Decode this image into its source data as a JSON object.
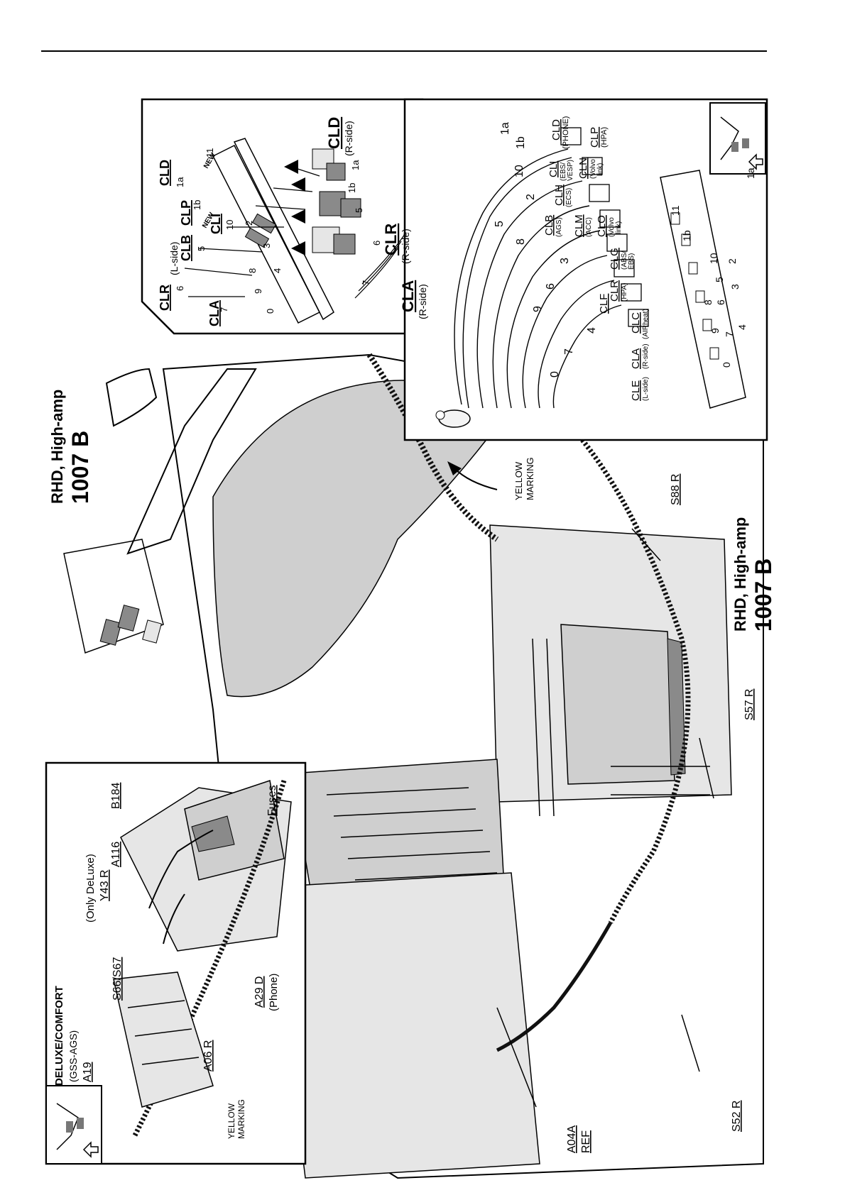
{
  "page": {
    "accent_color": "#000000",
    "shade_colors": {
      "light": "#e6e6e6",
      "mid": "#cfcfcf",
      "dark": "#8a8a8a"
    }
  },
  "main": {
    "title_line1": "RHD, High-amp",
    "title_line2": "1007 B",
    "yellow_marking": "YELLOW\nMARKING",
    "refs": [
      "A04A",
      "REF",
      "S52 R",
      "S57 R",
      "S88 R"
    ]
  },
  "panel_deluxe": {
    "heading": "DELUXE/COMFORT",
    "labels": {
      "gss": "(GSS-AGS)",
      "a19": "A19",
      "a06r": "A06 R",
      "yellow_marking": "YELLOW\nMARKING",
      "s66": "S66/S67",
      "only_deluxe": "(Only DeLuxe)",
      "y43r": "Y43 R",
      "a29d": "A29 D",
      "phone": "(Phone)",
      "a116": "A116",
      "b184": "B184",
      "fuses": "Fuses"
    }
  },
  "panel_connectors_top": {
    "labels": {
      "clr_lside": "CLR",
      "lside": "(L-side)",
      "clb": "CLB",
      "clp": "CLP",
      "cld": "CLD",
      "cla": "CLA",
      "new1": "NEW",
      "new2": "NEW",
      "cli": "CLI",
      "cld_rside": "CLD",
      "rside1": "(R-side)",
      "clr_rside": "CLR",
      "rside2": "(R-side)",
      "cla_rside": "CLA",
      "rside3": "(R-side)"
    },
    "pins": [
      "6",
      "7",
      "5",
      "10",
      "1b",
      "1a",
      "11",
      "0",
      "9",
      "8",
      "4",
      "3",
      "2",
      "7",
      "6",
      "5",
      "1b",
      "1a"
    ]
  },
  "panel_connectors_bottom": {
    "labels": {
      "cld": "CLD",
      "phone": "(PHONE)",
      "clp": "CLP",
      "hpa": "(HPA)",
      "cli": "CLI",
      "ebs_vesp": "(EBS/\nVESP)",
      "cln": "CLN",
      "volvo_link1": "(Volvo\nlink)",
      "clh": "CLH",
      "ecs": "(ECS)",
      "clb": "CLB",
      "ags": "(AGS)",
      "clm": "CLM",
      "acc": "(ACC)",
      "clo": "CLO",
      "volvo_link2": "(Volvo\nlink)",
      "clg": "CLG",
      "abs_ebs": "(ABS/\nEBS)",
      "clr": "CLR",
      "hpa2": "(HPA)",
      "clf": "CLF",
      "clc": "CLC",
      "airheat": "(AIRheat)",
      "cla": "CLA",
      "rside": "(R-side)",
      "cle": "CLE",
      "lside": "(L-side)"
    },
    "loop_numbers": [
      "1a",
      "1b",
      "10",
      "2",
      "5",
      "8",
      "3",
      "6",
      "9",
      "4",
      "7",
      "0"
    ],
    "board_pins": [
      "11",
      "1a",
      "1b",
      "10",
      "5",
      "2",
      "8",
      "6",
      "3",
      "9",
      "7",
      "4",
      "0"
    ]
  }
}
